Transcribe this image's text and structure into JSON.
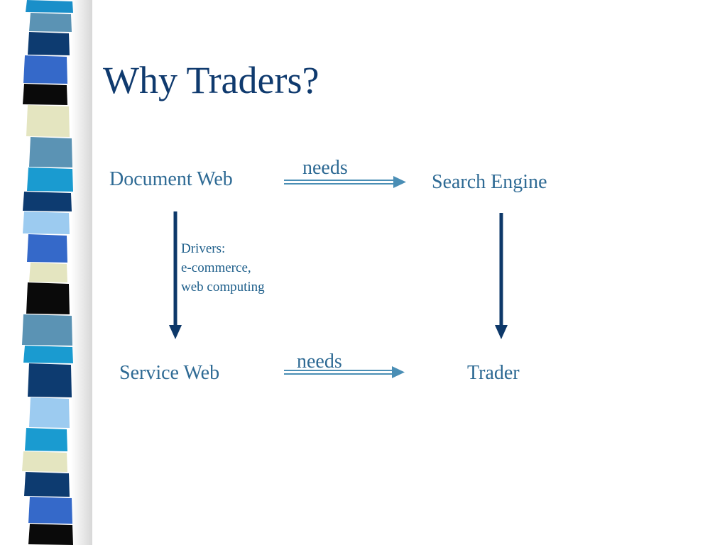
{
  "slide": {
    "title": "Why Traders?"
  },
  "diagram": {
    "nodes": {
      "document_web": "Document Web",
      "search_engine": "Search Engine",
      "service_web": "Service Web",
      "trader": "Trader"
    },
    "edges": {
      "top_label": "needs",
      "bottom_label": "needs"
    },
    "drivers_note": {
      "heading": "Drivers:",
      "line1": "e-commerce,",
      "line2": "web computing"
    }
  },
  "colors": {
    "title": "#0f3a6e",
    "node_text": "#2e6a94",
    "arrow_dark": "#0d3869",
    "arrow_light": "#4a8eb5"
  }
}
